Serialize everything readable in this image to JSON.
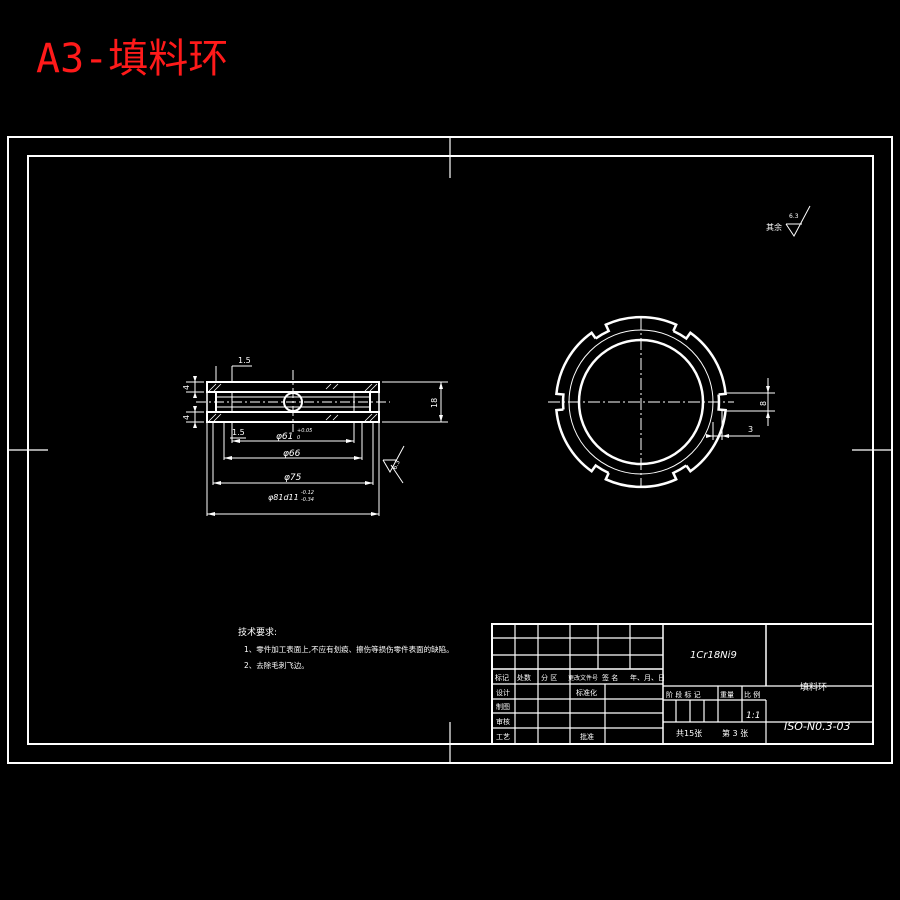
{
  "sheet_title": "A3-填料环",
  "roughness_other": {
    "label": "其余",
    "value": "6.3"
  },
  "roughness_part": "6.3",
  "dims_section": {
    "wall": "1.5",
    "wall2": "1.5",
    "h_top": "4",
    "h_bottom": "4",
    "height": "18",
    "d_inner": "φ61",
    "d_inner_tol": "+0.05",
    "d_inner_tol_low": "0",
    "d_mid": "φ66",
    "d_outer": "φ75",
    "d_main": "φ81d11",
    "d_main_tol_up": "-0.12",
    "d_main_tol_low": "-0.34"
  },
  "dims_plan": {
    "slot_width": "8",
    "slot_depth": "3"
  },
  "tech_notes": {
    "heading": "技术要求:",
    "items": [
      "1、零件加工表面上,不应有划痕、擦伤等损伤零件表面的缺陷。",
      "2、去除毛刺飞边。"
    ]
  },
  "title_block": {
    "material": "1Cr18Ni9",
    "part_name": "填料环",
    "drawing_no": "ISO-N0.3-03",
    "scale": "1:1",
    "total_sheets": "共15张",
    "sheet_no": "第 3 张",
    "header_cols": [
      "标记",
      "处数",
      "分 区",
      "更改文件号",
      "签 名",
      "年、月、日"
    ],
    "row_labels": [
      "设计",
      "制图",
      "审核",
      "工艺"
    ],
    "std_label": "标准化",
    "approve_label": "批准",
    "stage_cols": [
      "阶 段 标 记",
      "重量",
      "比 例"
    ]
  }
}
